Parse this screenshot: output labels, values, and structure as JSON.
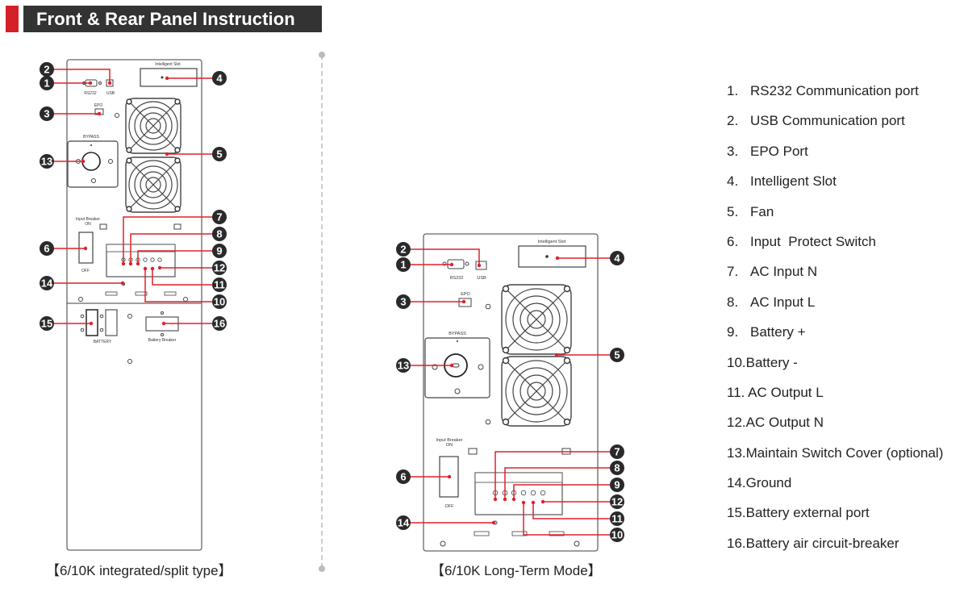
{
  "header": {
    "title": "Front & Rear Panel Instruction",
    "accent_color": "#d42027",
    "bar_color": "#333333"
  },
  "panels": [
    {
      "caption": "【6/10K integrated/split type】",
      "labels": {
        "intelligent_slot": "Intelligent Slot",
        "rs232": "RS232",
        "usb": "USB",
        "epo": "EPO",
        "bypass": "BYPASS",
        "input_breaker": "Input Breaker",
        "on": "ON",
        "off": "OFF",
        "battery": "BATTERY",
        "battery_breaker": "Battery Breaker"
      },
      "callouts": [
        "1",
        "2",
        "3",
        "4",
        "5",
        "6",
        "7",
        "8",
        "9",
        "10",
        "11",
        "12",
        "13",
        "14",
        "15",
        "16"
      ]
    },
    {
      "caption": "【6/10K Long-Term Mode】",
      "labels": {
        "intelligent_slot": "Intelligent Slot",
        "rs232": "RS232",
        "usb": "USB",
        "epo": "EPO",
        "bypass": "BYPASS",
        "input_breaker": "Input Breaker",
        "on": "ON",
        "off": "OFF"
      },
      "callouts": [
        "1",
        "2",
        "3",
        "4",
        "5",
        "6",
        "7",
        "8",
        "9",
        "10",
        "11",
        "12",
        "13",
        "14"
      ]
    }
  ],
  "legend": [
    {
      "num": "1.",
      "label": "RS232 Communication port"
    },
    {
      "num": "2.",
      "label": "USB Communication port"
    },
    {
      "num": "3.",
      "label": "EPO Port"
    },
    {
      "num": "4.",
      "label": "Intelligent Slot"
    },
    {
      "num": "5.",
      "label": "Fan"
    },
    {
      "num": "6.",
      "label": "Input  Protect Switch"
    },
    {
      "num": "7.",
      "label": "AC Input N"
    },
    {
      "num": "8.",
      "label": "AC Input L"
    },
    {
      "num": "9.",
      "label": "Battery +"
    },
    {
      "num": "10.",
      "label": "Battery -"
    },
    {
      "num": "11.",
      "label": " AC Output L"
    },
    {
      "num": "12.",
      "label": "AC Output N"
    },
    {
      "num": "13.",
      "label": "Maintain Switch Cover (optional)"
    },
    {
      "num": "14.",
      "label": "Ground"
    },
    {
      "num": "15.",
      "label": "Battery external port"
    },
    {
      "num": "16.",
      "label": "Battery air circuit-breaker"
    }
  ],
  "colors": {
    "callout_line": "#e0202a",
    "badge": "#2a2a2a",
    "outline": "#555555"
  }
}
